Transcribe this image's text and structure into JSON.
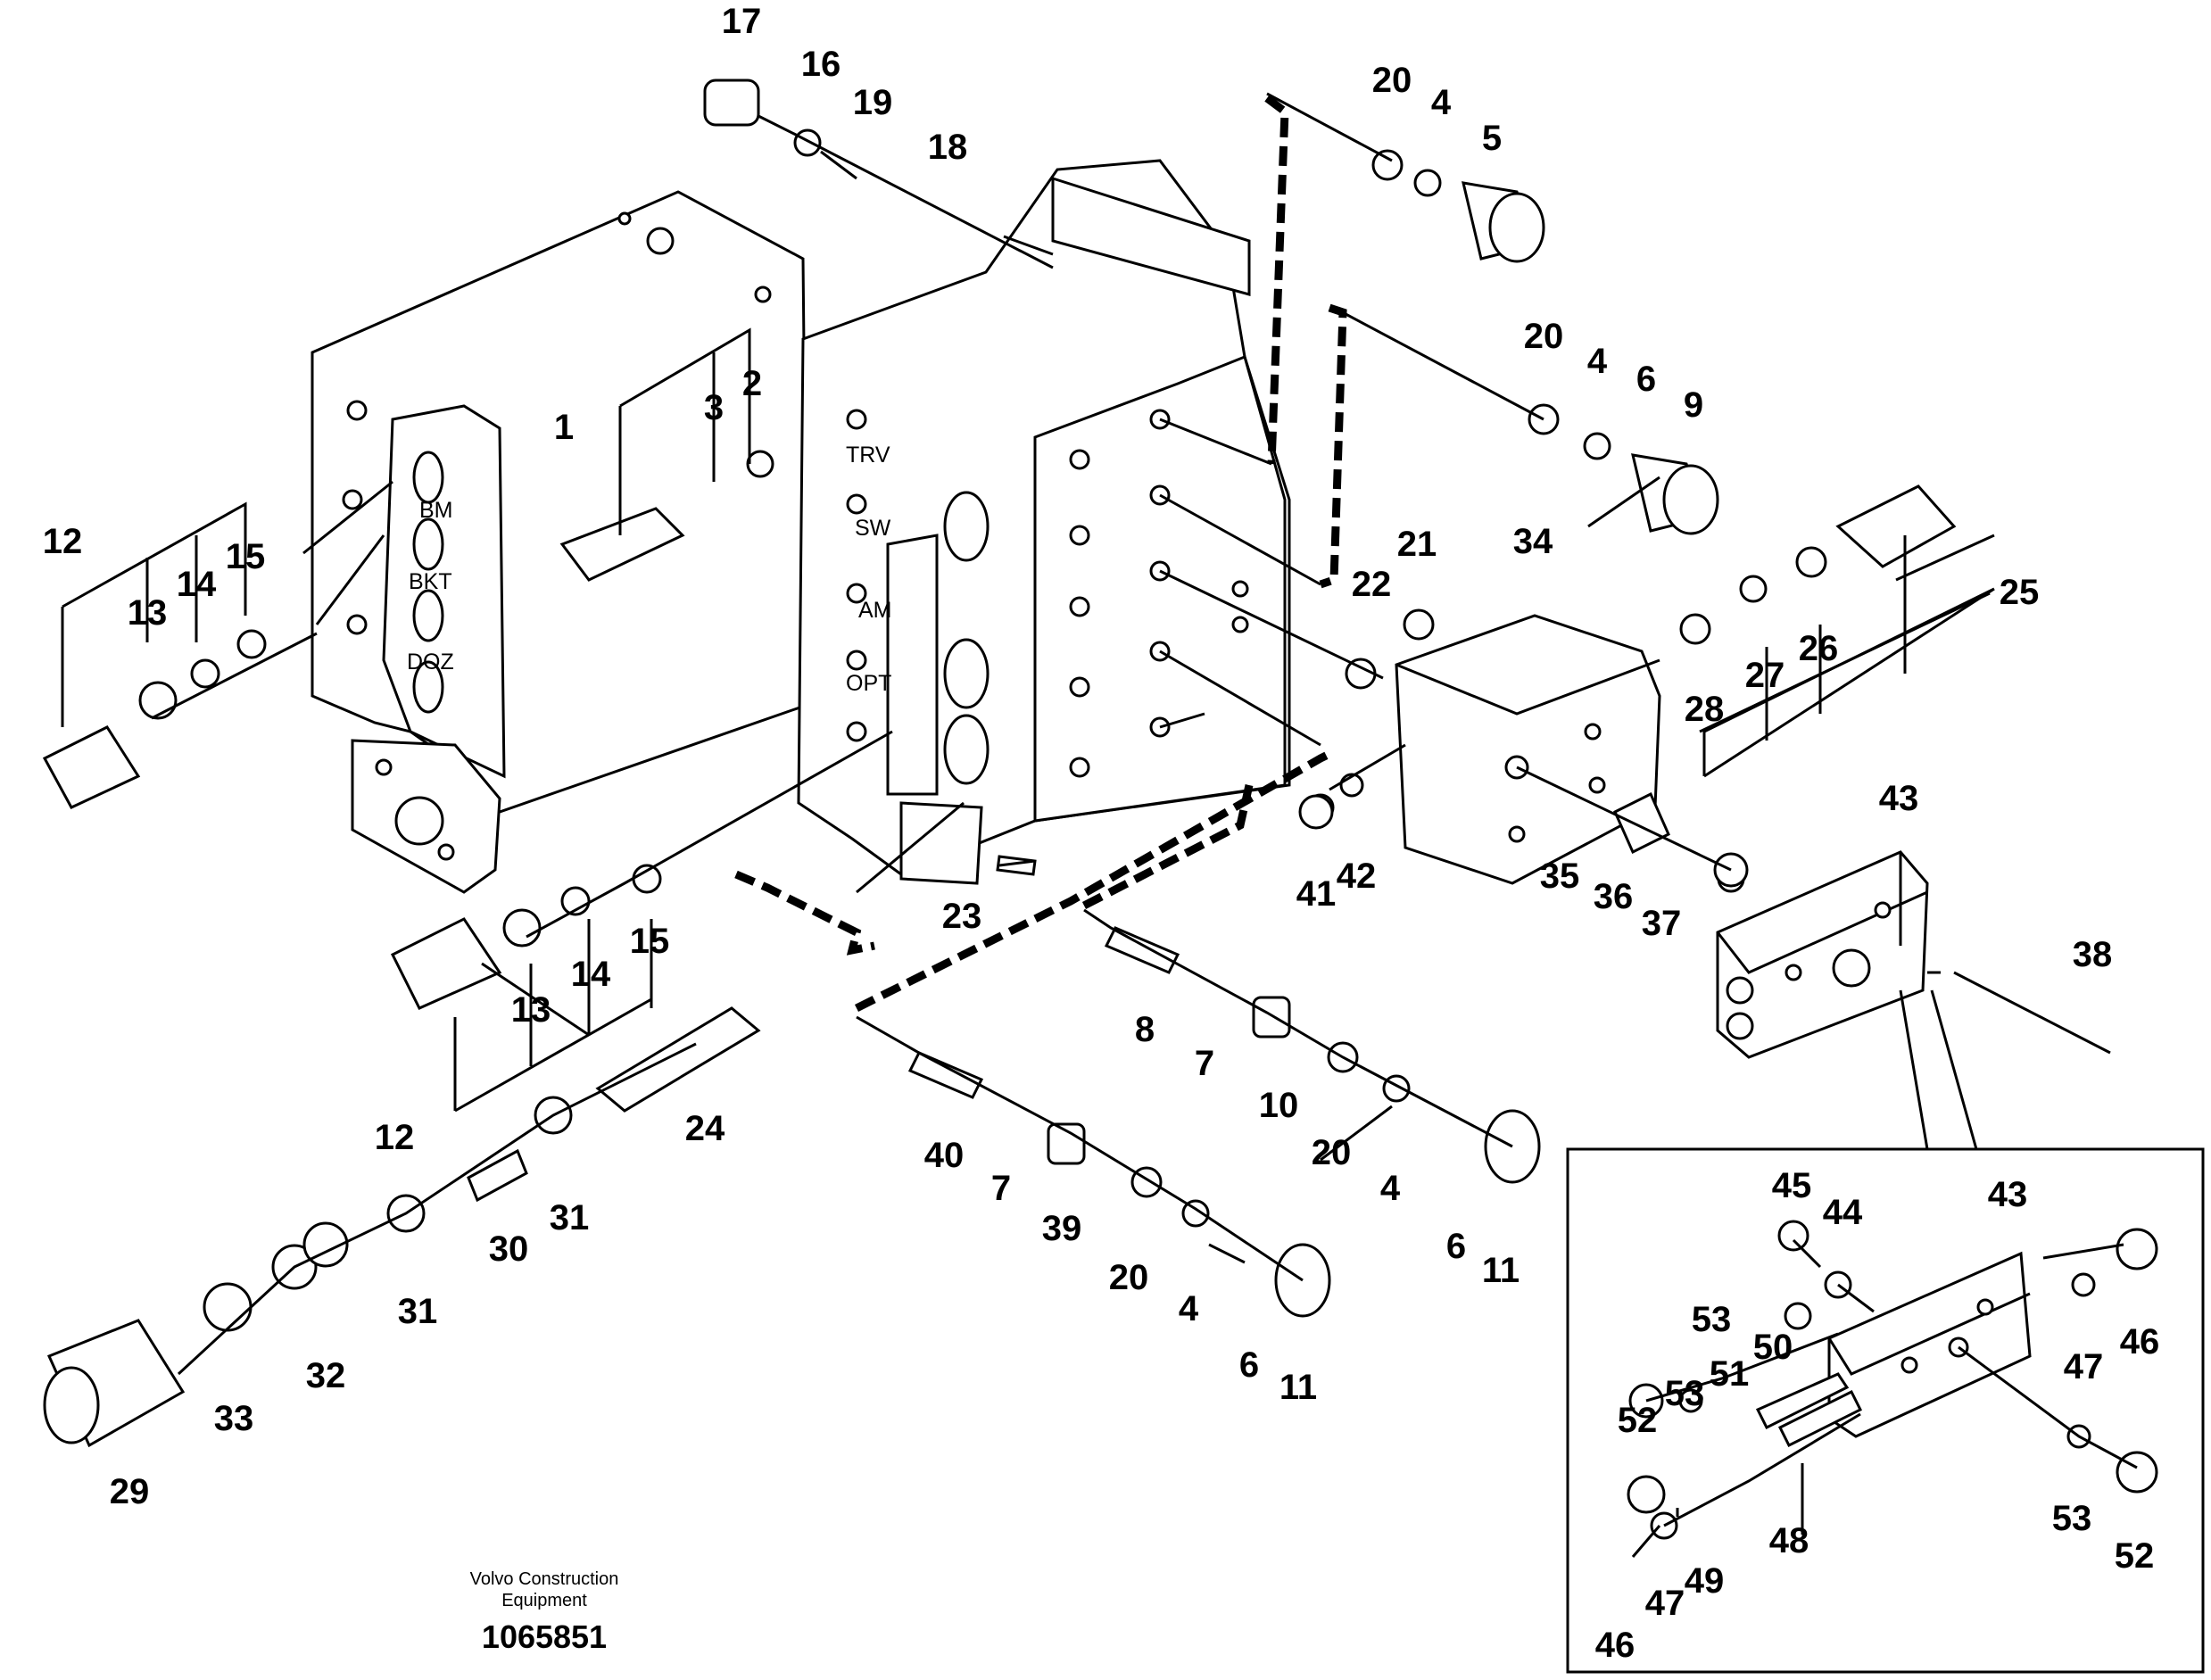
{
  "diagram": {
    "insert_labels": [
      "TRV",
      "SW",
      "AM",
      "OPT",
      "BM",
      "BKT",
      "DOZ"
    ],
    "part_labels": [
      "17",
      "16",
      "19",
      "18",
      "20",
      "4",
      "5",
      "20",
      "4",
      "6",
      "9",
      "1",
      "3",
      "2",
      "12",
      "13",
      "14",
      "15",
      "21",
      "34",
      "22",
      "25",
      "26",
      "27",
      "28",
      "43",
      "38",
      "41",
      "42",
      "35",
      "36",
      "37",
      "23",
      "12",
      "13",
      "14",
      "15",
      "24",
      "8",
      "7",
      "10",
      "20",
      "4",
      "6",
      "11",
      "40",
      "7",
      "39",
      "20",
      "4",
      "6",
      "11",
      "29",
      "33",
      "32",
      "31",
      "30",
      "31",
      "45",
      "44",
      "43",
      "46",
      "53",
      "50",
      "47",
      "51",
      "53",
      "52",
      "48",
      "53",
      "46",
      "47",
      "49",
      "52"
    ]
  },
  "caption": {
    "line1": "Volvo Construction",
    "line2": "Equipment",
    "number": "1065851"
  }
}
